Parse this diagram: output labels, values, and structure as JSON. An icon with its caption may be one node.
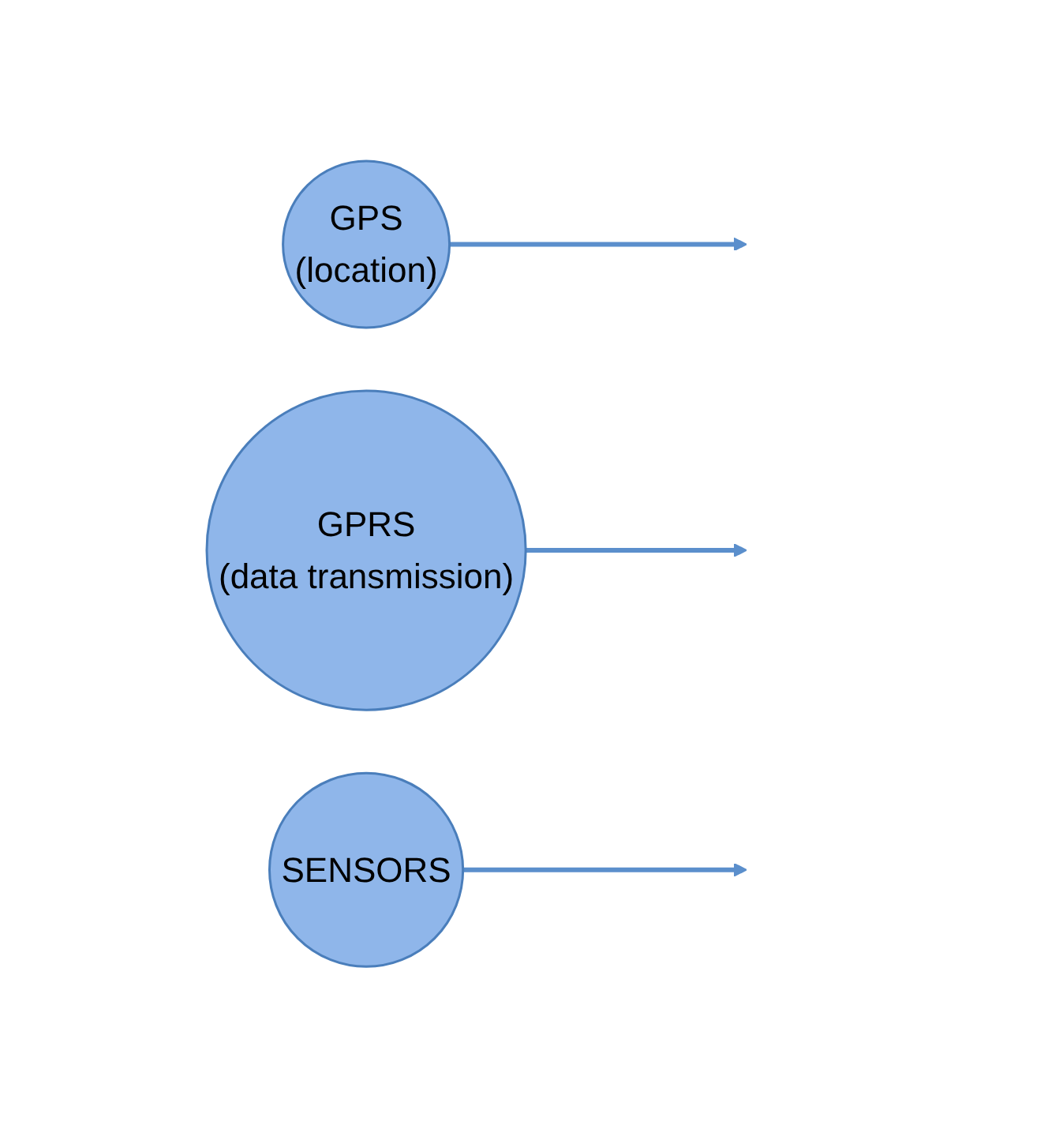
{
  "diagram": {
    "nodes": [
      {
        "text": [
          "GPS",
          "(location)"
        ]
      },
      {
        "text": [
          "GPRS",
          "(data transmission)"
        ]
      },
      {
        "text": [
          "SENSORS"
        ]
      }
    ],
    "edges": [
      {
        "from": 0,
        "to": null,
        "arrow": "to"
      },
      {
        "from": 1,
        "to": null,
        "arrow": "to"
      },
      {
        "from": 2,
        "to": null,
        "arrow": "to"
      }
    ]
  }
}
